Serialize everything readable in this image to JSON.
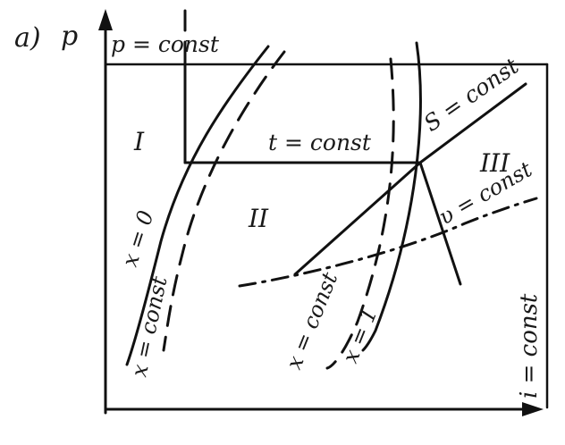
{
  "panel_label": "а)",
  "axis_p_label": "p",
  "isobar_label": "p = const",
  "isotherm_label": "t = const",
  "isentrope_label": "S = const",
  "isochore_label": "υ = const",
  "isenthalp_label": "i = const",
  "sat_liquid_label": "x = 0",
  "dryness_left_label": "x = const",
  "dryness_mid_label": "x = const",
  "sat_vapor_label": "x = 1",
  "region_liquid": "I",
  "region_wet": "II",
  "region_superheated": "III"
}
